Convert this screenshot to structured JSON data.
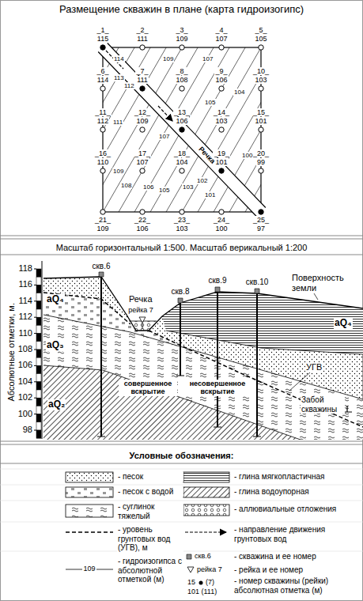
{
  "diagram": {
    "title": "Размещение скважин в плане (карта гидроизогипс)",
    "labels": [
      "_1_",
      "115",
      "_2_",
      "111",
      "_3_",
      "109",
      "_4_",
      "107",
      "_5_",
      "105",
      "_6_",
      "114",
      "_7_",
      "111",
      "_8_",
      "108",
      "_9_",
      "106",
      "_10_",
      "103",
      "_11_",
      "112",
      "_12_",
      "109",
      "_13_",
      "106",
      "_14_",
      "103",
      "_15_",
      "101",
      "_16_",
      "110",
      "_17_",
      "107",
      "_18_",
      "104",
      "_19_",
      "101",
      "_20_",
      "99",
      "_21_",
      "109",
      "_22_",
      "106",
      "_23_",
      "103",
      "_24_",
      "100",
      "_25_",
      "97",
      "114",
      "113",
      "112",
      "109",
      "107",
      "111",
      "107",
      "105",
      "104",
      "109",
      "108",
      "106",
      "105",
      "103",
      "102",
      "101",
      "100",
      "Речка",
      "Масштаб горизонтальный 1:500. Масштаб верикальный 1:200",
      "118",
      "116",
      "114",
      "112",
      "110",
      "108",
      "106",
      "104",
      "102",
      "100",
      "98",
      "Абсолютные отметки, м.",
      "скв.6",
      "скв.8",
      "скв.9",
      "скв.10",
      "Речка",
      "рейка 7",
      "Поверхность земли",
      "aQ₄",
      "aQ₃",
      "aQ₂",
      "aQ₄",
      "УГВ",
      "Забой скважины",
      "совершенное вскрытие",
      "несовершенное вскрытие",
      "Условные обозначения:",
      "109",
      "скв.6",
      "рейка 7",
      "15",
      "(7)",
      "101 (111)"
    ],
    "legend": [
      {
        "text": "- песок"
      },
      {
        "text": "- глина мягкопластичная"
      },
      {
        "text": "- песок с водой"
      },
      {
        "text": "- глина водоупорная"
      },
      {
        "text": "- суглинок тяжелый"
      },
      {
        "text": "- аллювиальные отложения"
      },
      {
        "text": "- уровень грунтовых вод (УГВ), м"
      },
      {
        "text": "- направление движения грунтовых вод"
      },
      {
        "text": "- гидроизогипса с абсолютной отметкой (м)"
      },
      {
        "text": "- скважина и ее номер"
      },
      {
        "text": "- рейка и ее номер"
      },
      {
        "text": "- номер скважины (рейки) абсолютная отметка (м)"
      }
    ]
  }
}
